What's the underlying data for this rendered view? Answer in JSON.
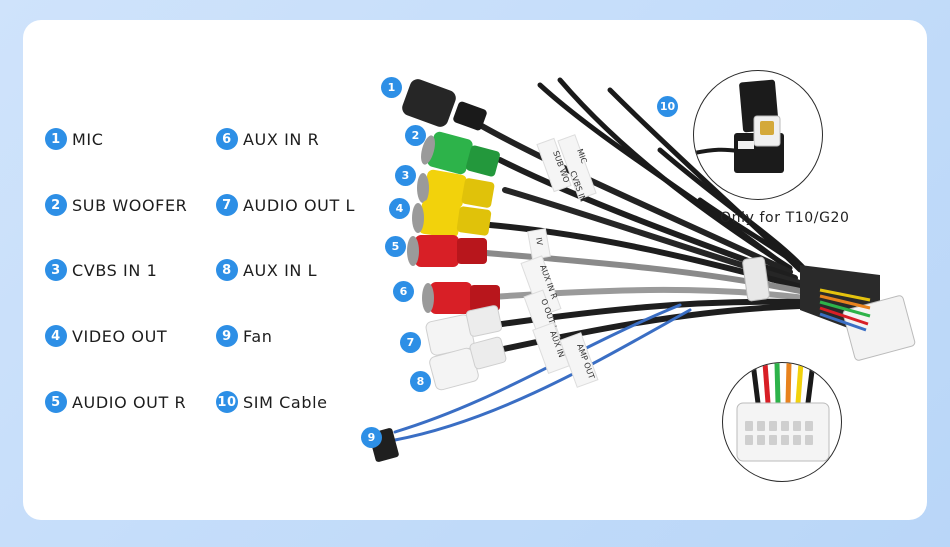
{
  "legend": [
    {
      "number": "1",
      "label": "MIC"
    },
    {
      "number": "2",
      "label": "SUB WOOFER"
    },
    {
      "number": "3",
      "label": "CVBS IN 1"
    },
    {
      "number": "4",
      "label": "VIDEO OUT"
    },
    {
      "number": "5",
      "label": "AUDIO OUT R"
    },
    {
      "number": "6",
      "label": "AUX IN R"
    },
    {
      "number": "7",
      "label": "AUDIO OUT L"
    },
    {
      "number": "8",
      "label": "AUX IN L"
    },
    {
      "number": "9",
      "label": "Fan"
    },
    {
      "number": "10",
      "label": "SIM Cable"
    }
  ],
  "cable_tags": [
    "MIC",
    "SUB WO",
    "CVBS IN",
    "IV",
    "AUX IN R",
    "O OUT L",
    "AUX IN",
    "AMP OUT"
  ],
  "sim_inset": {
    "caption": "Only for T10/G20"
  },
  "colors": {
    "badge": "#2d8fe6",
    "background": "#c4dcf9",
    "green": "#2db34a",
    "yellow": "#f2d20c",
    "red": "#d81f26",
    "white_rca": "#f4f4f4"
  }
}
